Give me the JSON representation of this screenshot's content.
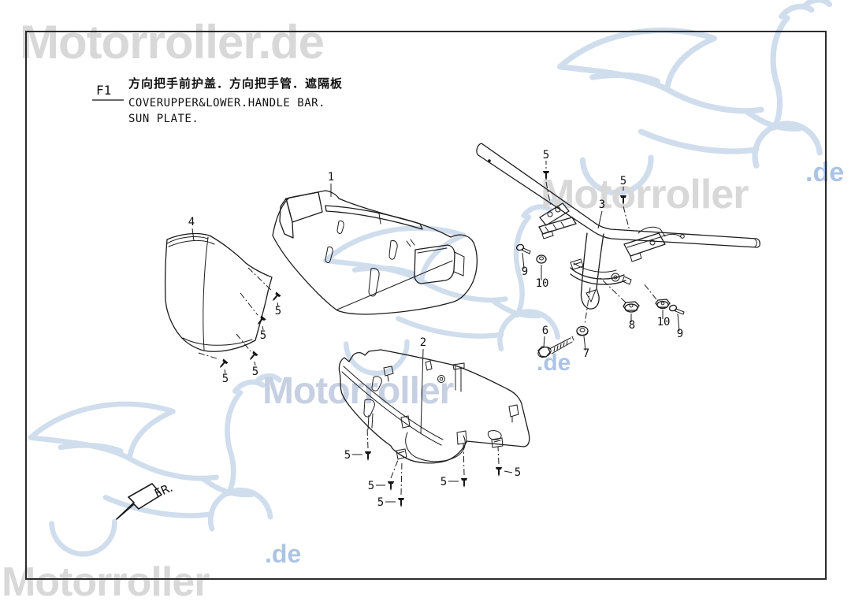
{
  "page": {
    "background": "#ffffff",
    "frame_color": "#2b2b2b",
    "line_color": "#1c1c1c"
  },
  "title_block": {
    "figure_code": "F1",
    "title_cn": "方向把手前护盖．方向把手管．遮隔板",
    "title_en_line1": "COVERUPPER&LOWER.HANDLE BAR.",
    "title_en_line2": "SUN PLATE."
  },
  "direction_indicator": {
    "label": "FR."
  },
  "watermarks": {
    "gray_color": "#d8d8d8",
    "blue_text_color": "#abc4e5",
    "sketch_color": "#cfdded",
    "top_left": "Motorroller.de",
    "middle_word": "Motorroller",
    "middle_suffix": ".de",
    "right_word": "Motorroller",
    "right_suffix": ".de",
    "bottom_word": "Motorroller",
    "bottom_suffix": ".de"
  },
  "callouts": {
    "c1": "1",
    "c2": "2",
    "c3": "3",
    "c4": "4",
    "c6": "6",
    "c7": "7",
    "c8": "8",
    "c9_left": "9",
    "c9_right": "9",
    "c10_left": "10",
    "c10_right": "10",
    "c5_bar_left": "5",
    "c5_bar_right": "5",
    "c5_plate": [
      "5",
      "5",
      "5",
      "5"
    ],
    "c5_lower": [
      "5",
      "5",
      "5",
      "5",
      "5"
    ]
  }
}
